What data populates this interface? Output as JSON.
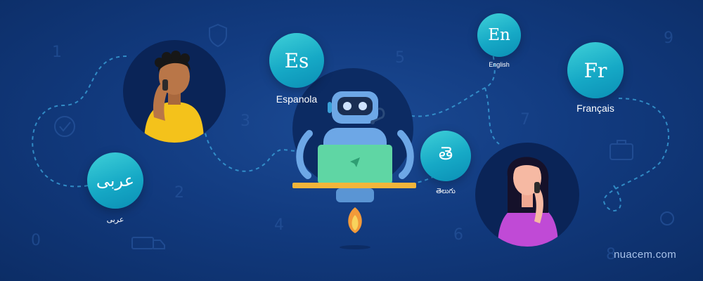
{
  "languages": {
    "spanish": {
      "symbol": "Es",
      "label": "Espanola"
    },
    "english": {
      "symbol": "En",
      "label": "English"
    },
    "french": {
      "symbol": "Fr",
      "label": "Français"
    },
    "arabic": {
      "symbol": "عربى",
      "label": "عربی"
    },
    "telugu": {
      "symbol": "తె",
      "label": "తెలుగు"
    }
  },
  "background_digits": [
    "1",
    "2",
    "3",
    "4",
    "5",
    "6",
    "7",
    "8",
    "9",
    "0"
  ],
  "brand": {
    "text": "nuacem.com"
  },
  "colors": {
    "background": "#123b80",
    "bubble": "#16a9c6",
    "laptop": "#5fd6a4",
    "desk": "#f2b53a",
    "shirt_man": "#f4c21b",
    "shirt_woman": "#c04ad6",
    "robot": "#6da7e6"
  }
}
